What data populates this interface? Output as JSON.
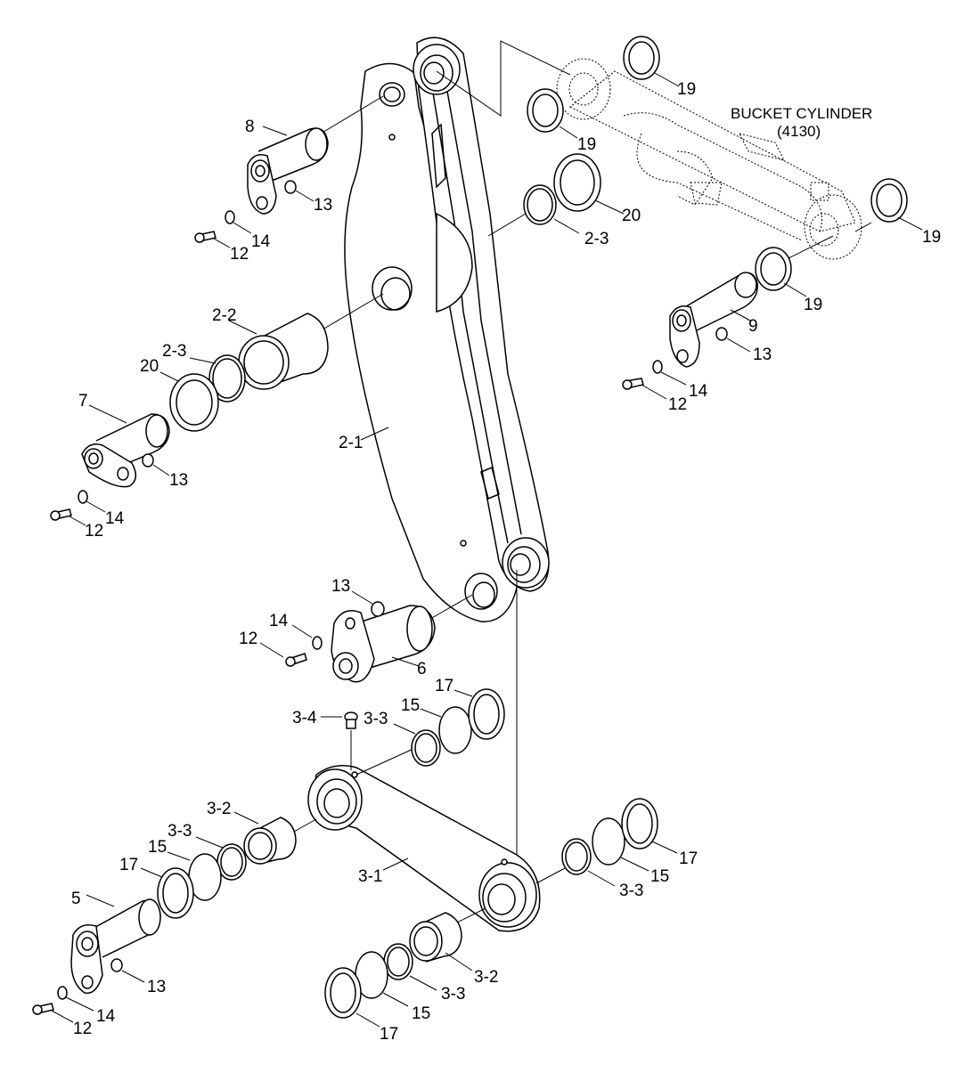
{
  "title": "BUCKET CYLINDER",
  "title_ref": "(4130)",
  "labels": {
    "c19a": "19",
    "c19b": "19",
    "c19c": "19",
    "c19d": "19",
    "c20a": "20",
    "c23a": "2-3",
    "p8": "8",
    "p13a": "13",
    "p14a": "14",
    "p12a": "12",
    "p22": "2-2",
    "p23b": "2-3",
    "p20b": "20",
    "p7": "7",
    "p13b": "13",
    "p14b": "14",
    "p12b": "12",
    "p21": "2-1",
    "p9": "9",
    "p13c": "13",
    "p14c": "14",
    "p12c": "12",
    "p13d": "13",
    "p14d": "14",
    "p12d": "12",
    "p6": "6",
    "p17a": "17",
    "p15a": "15",
    "p33a": "3-3",
    "p34": "3-4",
    "p32a": "3-2",
    "p33b": "3-3",
    "p15b": "15",
    "p17b": "17",
    "p5": "5",
    "p13e": "13",
    "p14e": "14",
    "p12e": "12",
    "p31": "3-1",
    "p17c": "17",
    "p15c": "15",
    "p33c": "3-3",
    "p32b": "3-2",
    "p33d": "3-3",
    "p15d": "15",
    "p17d": "17"
  }
}
